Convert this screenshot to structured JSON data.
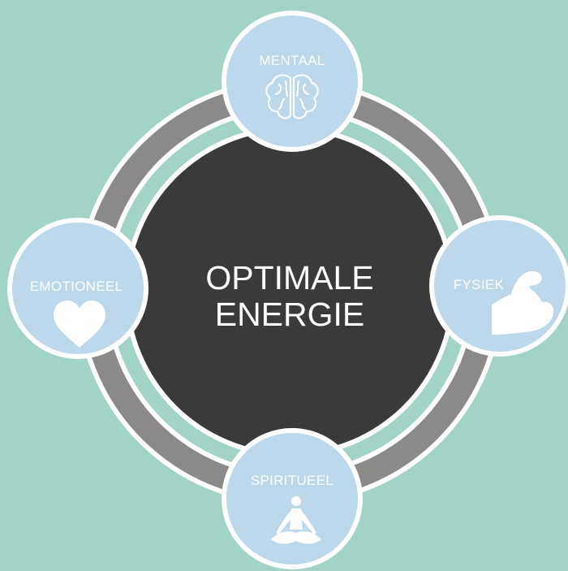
{
  "center": {
    "line1": "OPTIMALE",
    "line2": "ENERGIE"
  },
  "nodes": {
    "top": {
      "label": "MENTAAL",
      "icon": "brain-icon"
    },
    "right": {
      "label": "FYSIEK",
      "icon": "flexed-arm-icon"
    },
    "bottom": {
      "label": "SPIRITUEEL",
      "icon": "meditation-icon"
    },
    "left": {
      "label": "EMOTIONEEL",
      "icon": "heart-icon"
    }
  },
  "colors": {
    "background": "#a1d3c6",
    "ring": "#8b8a88",
    "center": "#3a3a3a",
    "node": "#bcd8ea",
    "outline": "#ffffff"
  }
}
